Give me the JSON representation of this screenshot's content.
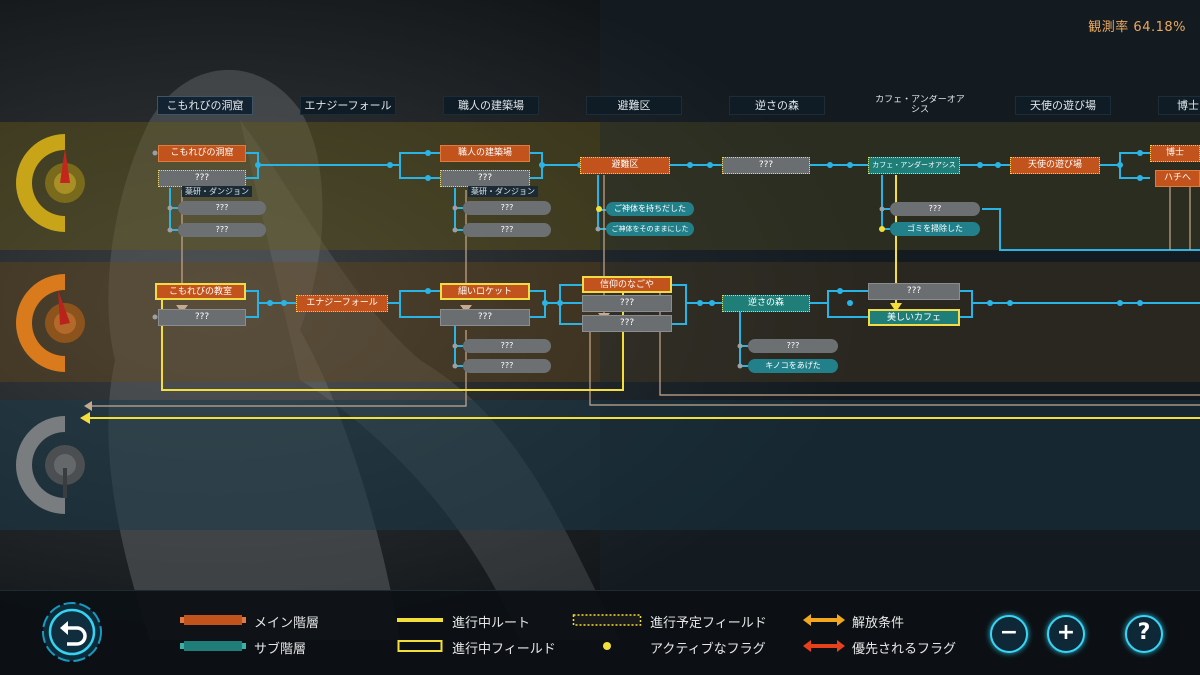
{
  "header": {
    "observation_label": "観測率",
    "observation_value": "64.18%"
  },
  "columns": [
    "こもれびの洞窟",
    "エナジーフォール",
    "職人の建築場",
    "避難区",
    "逆さの森",
    "カフェ・アンダーオアシス",
    "天使の遊び場",
    "博士"
  ],
  "upper_lane": {
    "nodes": {
      "cave": "こもれびの洞窟",
      "cave_unknown": "???",
      "workshop": "職人の建築場",
      "workshop_unknown": "???",
      "shelter": "避難区",
      "unknown_mid": "???",
      "cafe": "カフェ・アンダーオアシス",
      "angel": "天使の遊び場",
      "doctor": "博士",
      "hachi": "ハチへ"
    },
    "tags": {
      "cave_tag": "薬研・ダンジョン",
      "workshop_tag": "薬研・ダンジョン"
    },
    "flags": {
      "cave_f1": "???",
      "cave_f2": "???",
      "workshop_f1": "???",
      "workshop_f2": "???",
      "shelter_f1": "ご神体を持ちだした",
      "shelter_f2": "ご神体をそのままにした",
      "cafe_f1": "???",
      "cafe_f2": "ゴミを掃除した"
    }
  },
  "middle_lane": {
    "nodes": {
      "classroom": "こもれびの教室",
      "classroom_unknown": "???",
      "energy": "エナジーフォール",
      "rocket": "細いロケット",
      "rocket_unknown": "???",
      "shinji": "信仰のなごや",
      "shinji_u1": "???",
      "shinji_u2": "???",
      "forest": "逆さの森",
      "cafe_unknown": "???",
      "cafe2": "美しいカフェ"
    },
    "flags": {
      "rocket_f1": "???",
      "rocket_f2": "???",
      "forest_f1": "???",
      "forest_f2": "キノコをあげた"
    }
  },
  "legend": {
    "main_layer": "メイン階層",
    "sub_layer": "サブ階層",
    "active_route": "進行中ルート",
    "active_field": "進行中フィールド",
    "planned_field": "進行予定フィールド",
    "active_flag": "アクティブなフラグ",
    "release_condition": "解放条件",
    "priority_flag": "優先されるフラグ"
  },
  "controls": {
    "zoom_out": "−",
    "zoom_in": "+",
    "help": "?"
  },
  "colors": {
    "accent_cyan": "#2ab4e6",
    "route_yellow": "#f4de3a",
    "main_orange": "#c2531c",
    "sub_teal": "#1f7f78"
  }
}
